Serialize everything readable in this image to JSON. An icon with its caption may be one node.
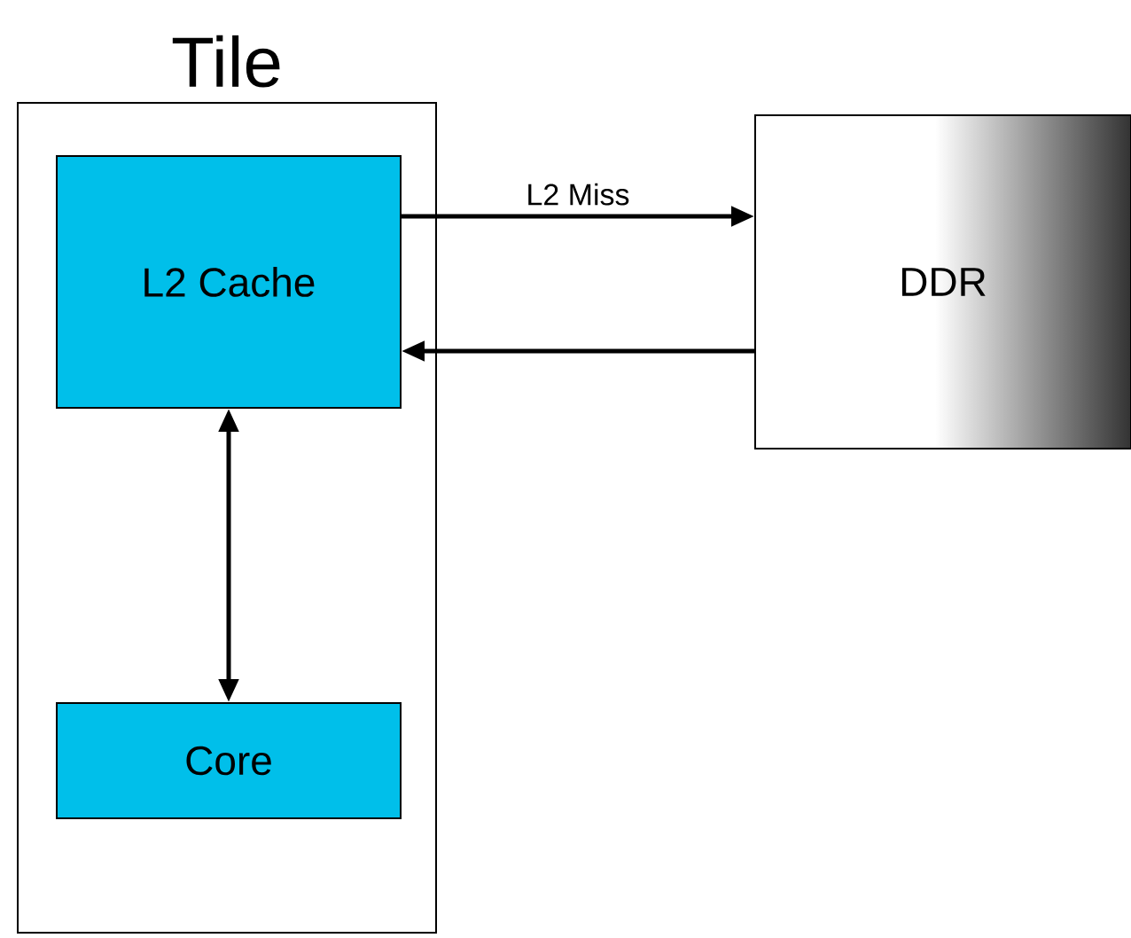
{
  "diagram": {
    "nodes": [
      {
        "text": [
          "Tile"
        ]
      },
      {
        "text": [
          "L2 Cache"
        ],
        "in": 0
      },
      {
        "text": [
          "Core"
        ],
        "in": 0
      },
      {
        "text": [
          "DDR"
        ]
      }
    ],
    "edges": [
      {
        "from": 1,
        "to": 3,
        "arrow": "to",
        "label": "L2 Miss"
      },
      {
        "from": 3,
        "to": 1,
        "arrow": "to"
      },
      {
        "from": 1,
        "to": 2,
        "arrow": "both"
      }
    ]
  }
}
